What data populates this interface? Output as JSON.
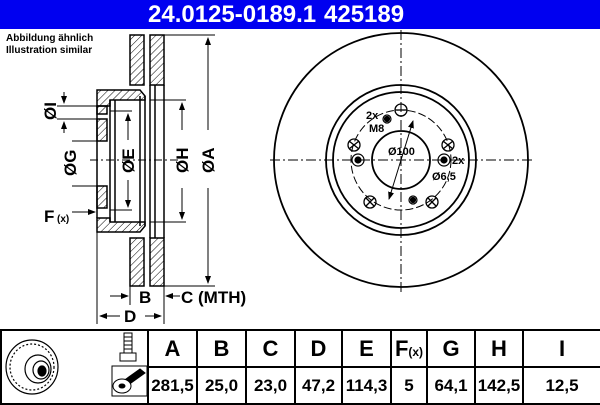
{
  "header": {
    "part_number": "24.0125-0189.1",
    "article_id": "425189",
    "background_color": "#0000f0"
  },
  "note": {
    "line1": "Abbildung ähnlich",
    "line2": "Illustration similar"
  },
  "section_labels": {
    "I": "ØI",
    "G": "ØG",
    "E": "ØE",
    "H": "ØH",
    "A": "ØA",
    "F": "F",
    "F_sub": "(x)",
    "B": "B",
    "C": "C (MTH)",
    "D": "D"
  },
  "front_labels": {
    "bolt_count": "2x",
    "thread": "M8",
    "pcd": "Ø100",
    "hole_count": "2x",
    "hole_diameter": "Ø6,5"
  },
  "table": {
    "columns": [
      {
        "key": "A",
        "label": "A",
        "value": "281,5"
      },
      {
        "key": "B",
        "label": "B",
        "value": "25,0"
      },
      {
        "key": "C",
        "label": "C",
        "value": "23,0"
      },
      {
        "key": "D",
        "label": "D",
        "value": "47,2"
      },
      {
        "key": "E",
        "label": "E",
        "value": "114,3"
      },
      {
        "key": "F",
        "label": "F",
        "label_sub": "(x)",
        "value": "5"
      },
      {
        "key": "G",
        "label": "G",
        "value": "64,1"
      },
      {
        "key": "H",
        "label": "H",
        "value": "142,5"
      },
      {
        "key": "I",
        "label": "I",
        "value": "12,5"
      }
    ]
  },
  "icons": [
    "brake-disc-icon",
    "bolt-icon",
    "spray-cleaning-icon"
  ]
}
